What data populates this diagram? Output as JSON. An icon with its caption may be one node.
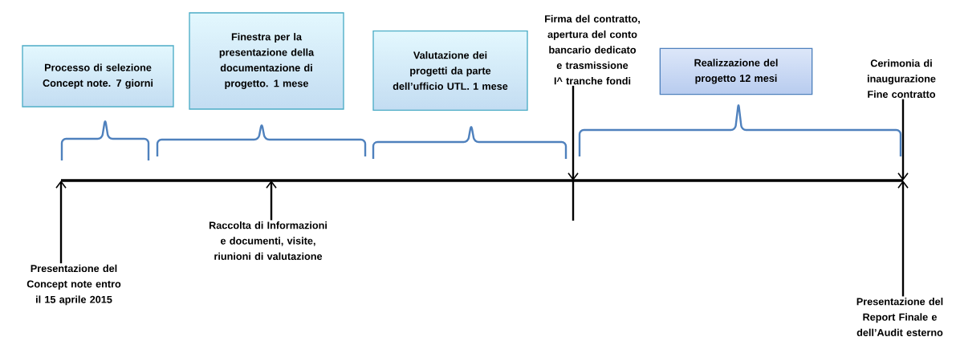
{
  "diagram": {
    "nodes": [
      {
        "text": [
          "Processo di selezione Concept note. 7 giorni"
        ]
      },
      {
        "text": [
          "Finestra per la presentazione della documentazione di progetto. 1 mese"
        ]
      },
      {
        "text": [
          "Valutazione dei progetti da parte dell’ufficio UTL. 1 mese"
        ]
      },
      {
        "text": [
          "Realizzazione del progetto 12 mesi"
        ]
      },
      {
        "text": [
          "Firma del contratto, apertura del conto bancario dedicato e trasmissione I^ tranche fondi"
        ]
      },
      {
        "text": [
          "Cerimonia di inaugurazione Fine contratto"
        ]
      },
      {
        "text": [
          "Presentazione del Concept note entro il 15 aprile 2015"
        ]
      },
      {
        "text": [
          "Raccolta di Informazioni e documenti, visite, riunioni di valutazione"
        ]
      },
      {
        "text": [
          "Presentazione del Report Finale e dell’Audit esterno"
        ]
      }
    ],
    "edges": [
      {
        "from": 6,
        "to": null,
        "arrow": "to"
      },
      {
        "from": 7,
        "to": null,
        "arrow": "to"
      },
      {
        "from": 4,
        "to": null,
        "arrow": "to"
      },
      {
        "from": 5,
        "to": null,
        "arrow": "to"
      },
      {
        "from": 8,
        "to": null,
        "arrow": "to"
      }
    ]
  }
}
